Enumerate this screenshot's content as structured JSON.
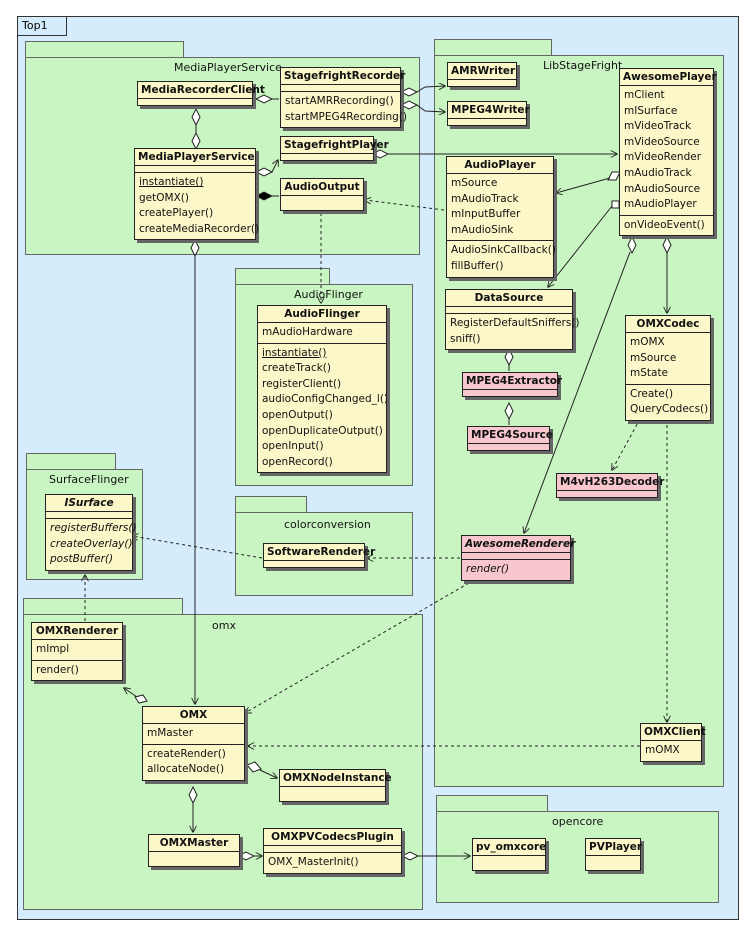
{
  "frame": {
    "title": "Top1"
  },
  "packages": {
    "mediaplayerservice": "MediaPlayerService",
    "libstagefright": "LibStageFright",
    "audioflinger": "AudioFlinger",
    "surfaceflinger": "SurfaceFlinger",
    "colorconversion": "colorconversion",
    "omx": "omx",
    "opencore": "opencore"
  },
  "classes": {
    "media_recorder_client": {
      "name": "MediaRecorderClient"
    },
    "stagefright_recorder": {
      "name": "StagefrightRecorder",
      "methods": [
        "startAMRRecording()",
        "startMPEG4Recording()"
      ]
    },
    "media_player_service": {
      "name": "MediaPlayerService",
      "methods": [
        "instantiate()",
        "getOMX()",
        "createPlayer()",
        "createMediaRecorder()"
      ]
    },
    "stagefright_player": {
      "name": "StagefrightPlayer"
    },
    "audio_output": {
      "name": "AudioOutput"
    },
    "amr_writer": {
      "name": "AMRWriter"
    },
    "mpeg4_writer": {
      "name": "MPEG4Writer"
    },
    "awesome_player": {
      "name": "AwesomePlayer",
      "attributes": [
        "mClient",
        "mISurface",
        "mVideoTrack",
        "mVideoSource",
        "mVideoRender",
        "mAudioTrack",
        "mAudioSource",
        "mAudioPlayer"
      ],
      "methods": [
        "onVideoEvent()"
      ]
    },
    "audio_player": {
      "name": "AudioPlayer",
      "attributes": [
        "mSource",
        "mAudioTrack",
        "mInputBuffer",
        "mAudioSink"
      ],
      "methods": [
        "AudioSinkCallback()",
        "fillBuffer()"
      ]
    },
    "data_source": {
      "name": "DataSource",
      "methods": [
        "RegisterDefaultSniffers()",
        "sniff()"
      ]
    },
    "mpeg4_extractor": {
      "name": "MPEG4Extractor"
    },
    "mpeg4_source": {
      "name": "MPEG4Source"
    },
    "omx_codec": {
      "name": "OMXCodec",
      "attributes": [
        "mOMX",
        "mSource",
        "mState"
      ],
      "methods": [
        "Create()",
        "QueryCodecs()"
      ]
    },
    "m4vh263_decoder": {
      "name": "M4vH263Decoder"
    },
    "awesome_renderer": {
      "name": "AwesomeRenderer",
      "methods": [
        "render()"
      ]
    },
    "omx_client": {
      "name": "OMXClient",
      "attributes": [
        "mOMX"
      ]
    },
    "audio_flinger": {
      "name": "AudioFlinger",
      "attributes": [
        "mAudioHardware"
      ],
      "methods": [
        "instantiate()",
        "createTrack()",
        "registerClient()",
        "audioConfigChanged_l()",
        "openOutput()",
        "openDuplicateOutput()",
        "openInput()",
        "openRecord()"
      ]
    },
    "isurface": {
      "name": "ISurface",
      "methods": [
        "registerBuffers()",
        "createOverlay()",
        "postBuffer()"
      ]
    },
    "software_renderer": {
      "name": "SoftwareRenderer"
    },
    "omx_renderer": {
      "name": "OMXRenderer",
      "attributes": [
        "mImpl"
      ],
      "methods": [
        "render()"
      ]
    },
    "omx": {
      "name": "OMX",
      "attributes": [
        "mMaster"
      ],
      "methods": [
        "createRender()",
        "allocateNode()"
      ]
    },
    "omx_node_instance": {
      "name": "OMXNodeInstance"
    },
    "omx_master": {
      "name": "OMXMaster"
    },
    "omx_pv_codecs_plugin": {
      "name": "OMXPVCodecsPlugin",
      "methods": [
        "OMX_MasterInit()"
      ]
    },
    "pv_omxcore": {
      "name": "pv_omxcore"
    },
    "pvplayer": {
      "name": "PVPlayer"
    }
  }
}
